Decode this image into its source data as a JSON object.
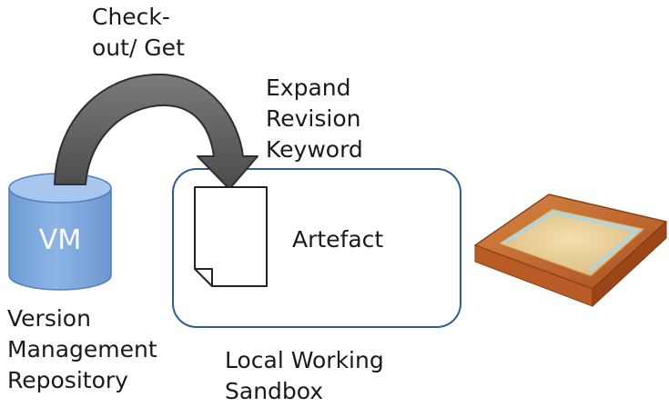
{
  "checkout_label": {
    "line1": "Check-",
    "line2": "out/ Get"
  },
  "expand_label": {
    "line1": "Expand",
    "line2": "Revision",
    "line3": "Keyword"
  },
  "repository": {
    "short_label": "VM",
    "caption_line1": "Version",
    "caption_line2": "Management",
    "caption_line3": "Repository"
  },
  "artefact_label": "Artefact",
  "sandbox_caption": {
    "line1": "Local Working",
    "line2": "Sandbox"
  },
  "colors": {
    "cylinder_fill": "#7aa6dc",
    "cylinder_stroke": "#4f7fb8",
    "arrow_fill": "#5f5f5f",
    "sandbox_border": "#2f5d93",
    "sandbox_frame": "#c46a2f",
    "sand": "#e8cf99"
  }
}
